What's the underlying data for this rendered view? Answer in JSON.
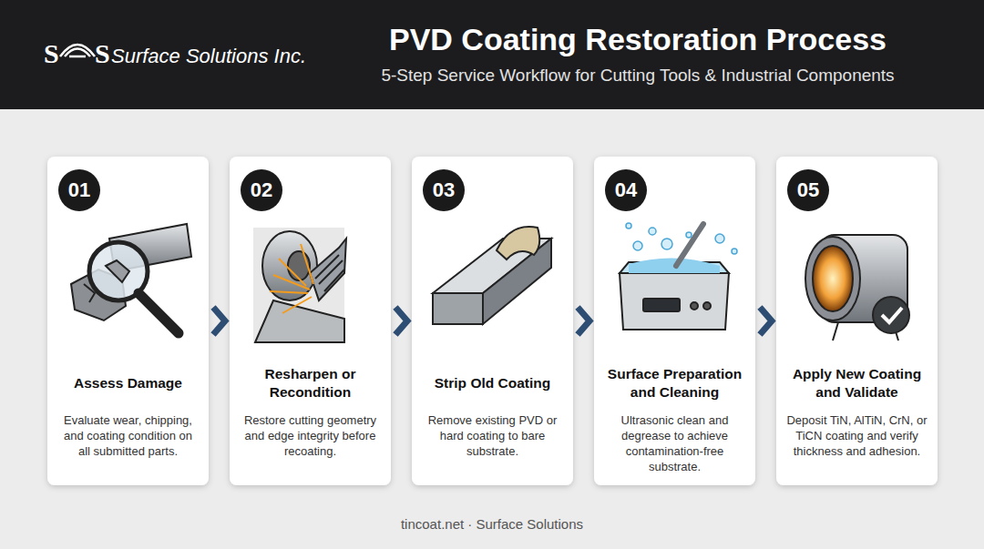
{
  "diagram": {
    "title": "PVD Coating Restoration Process",
    "caption": "tincoat.net · Surface Solutions",
    "nodes": [
      {
        "text": [
          "01",
          "Assess Damage",
          "Evaluate wear, chipping, and coating condition on all submitted parts."
        ]
      },
      {
        "text": [
          "02",
          "Resharpen or Recondition",
          "Restore cutting geometry and edge integrity before recoating."
        ]
      },
      {
        "text": [
          "03",
          "Strip Old Coating",
          "Remove existing PVD or hard coating to bare substrate."
        ]
      },
      {
        "text": [
          "04",
          "Surface Preparation and Cleaning",
          "Ultrasonic clean and degrease to achieve contamination-free substrate."
        ]
      },
      {
        "text": [
          "05",
          "Apply New Coating and Validate",
          "Deposit TiN, AlTiN, CrN, or TiCN coating and verify thickness and adhesion."
        ]
      }
    ],
    "edges": [
      {
        "from": 0,
        "to": 1,
        "arrow": "to"
      },
      {
        "from": 1,
        "to": 2,
        "arrow": "to"
      },
      {
        "from": 2,
        "to": 3,
        "arrow": "to"
      },
      {
        "from": 3,
        "to": 4,
        "arrow": "to"
      }
    ],
    "labels": [
      "S",
      "S",
      "Surface Solutions Inc.",
      "5-Step Service Workflow for Cutting Tools & Industrial Components"
    ]
  }
}
